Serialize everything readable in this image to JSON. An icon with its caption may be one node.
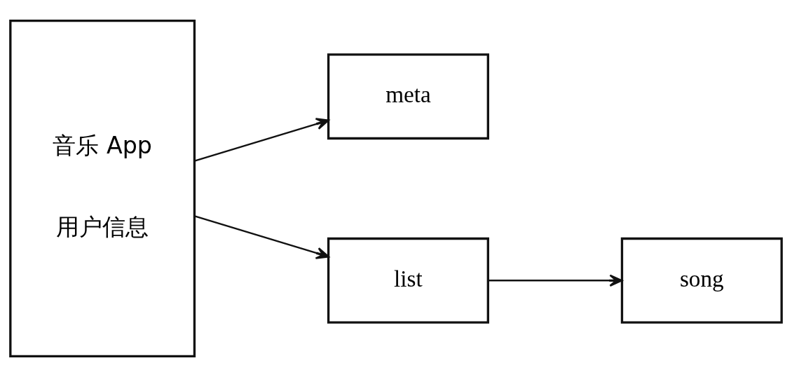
{
  "diagram": {
    "nodes": [
      {
        "text": [
          "音乐 App",
          "用户信息"
        ]
      },
      {
        "text": [
          "meta"
        ]
      },
      {
        "text": [
          "list"
        ]
      },
      {
        "text": [
          "song"
        ]
      }
    ],
    "edges": [
      {
        "from": 0,
        "to": 1,
        "arrow": "to"
      },
      {
        "from": 0,
        "to": 2,
        "arrow": "to"
      },
      {
        "from": 2,
        "to": 3,
        "arrow": "to"
      }
    ]
  }
}
